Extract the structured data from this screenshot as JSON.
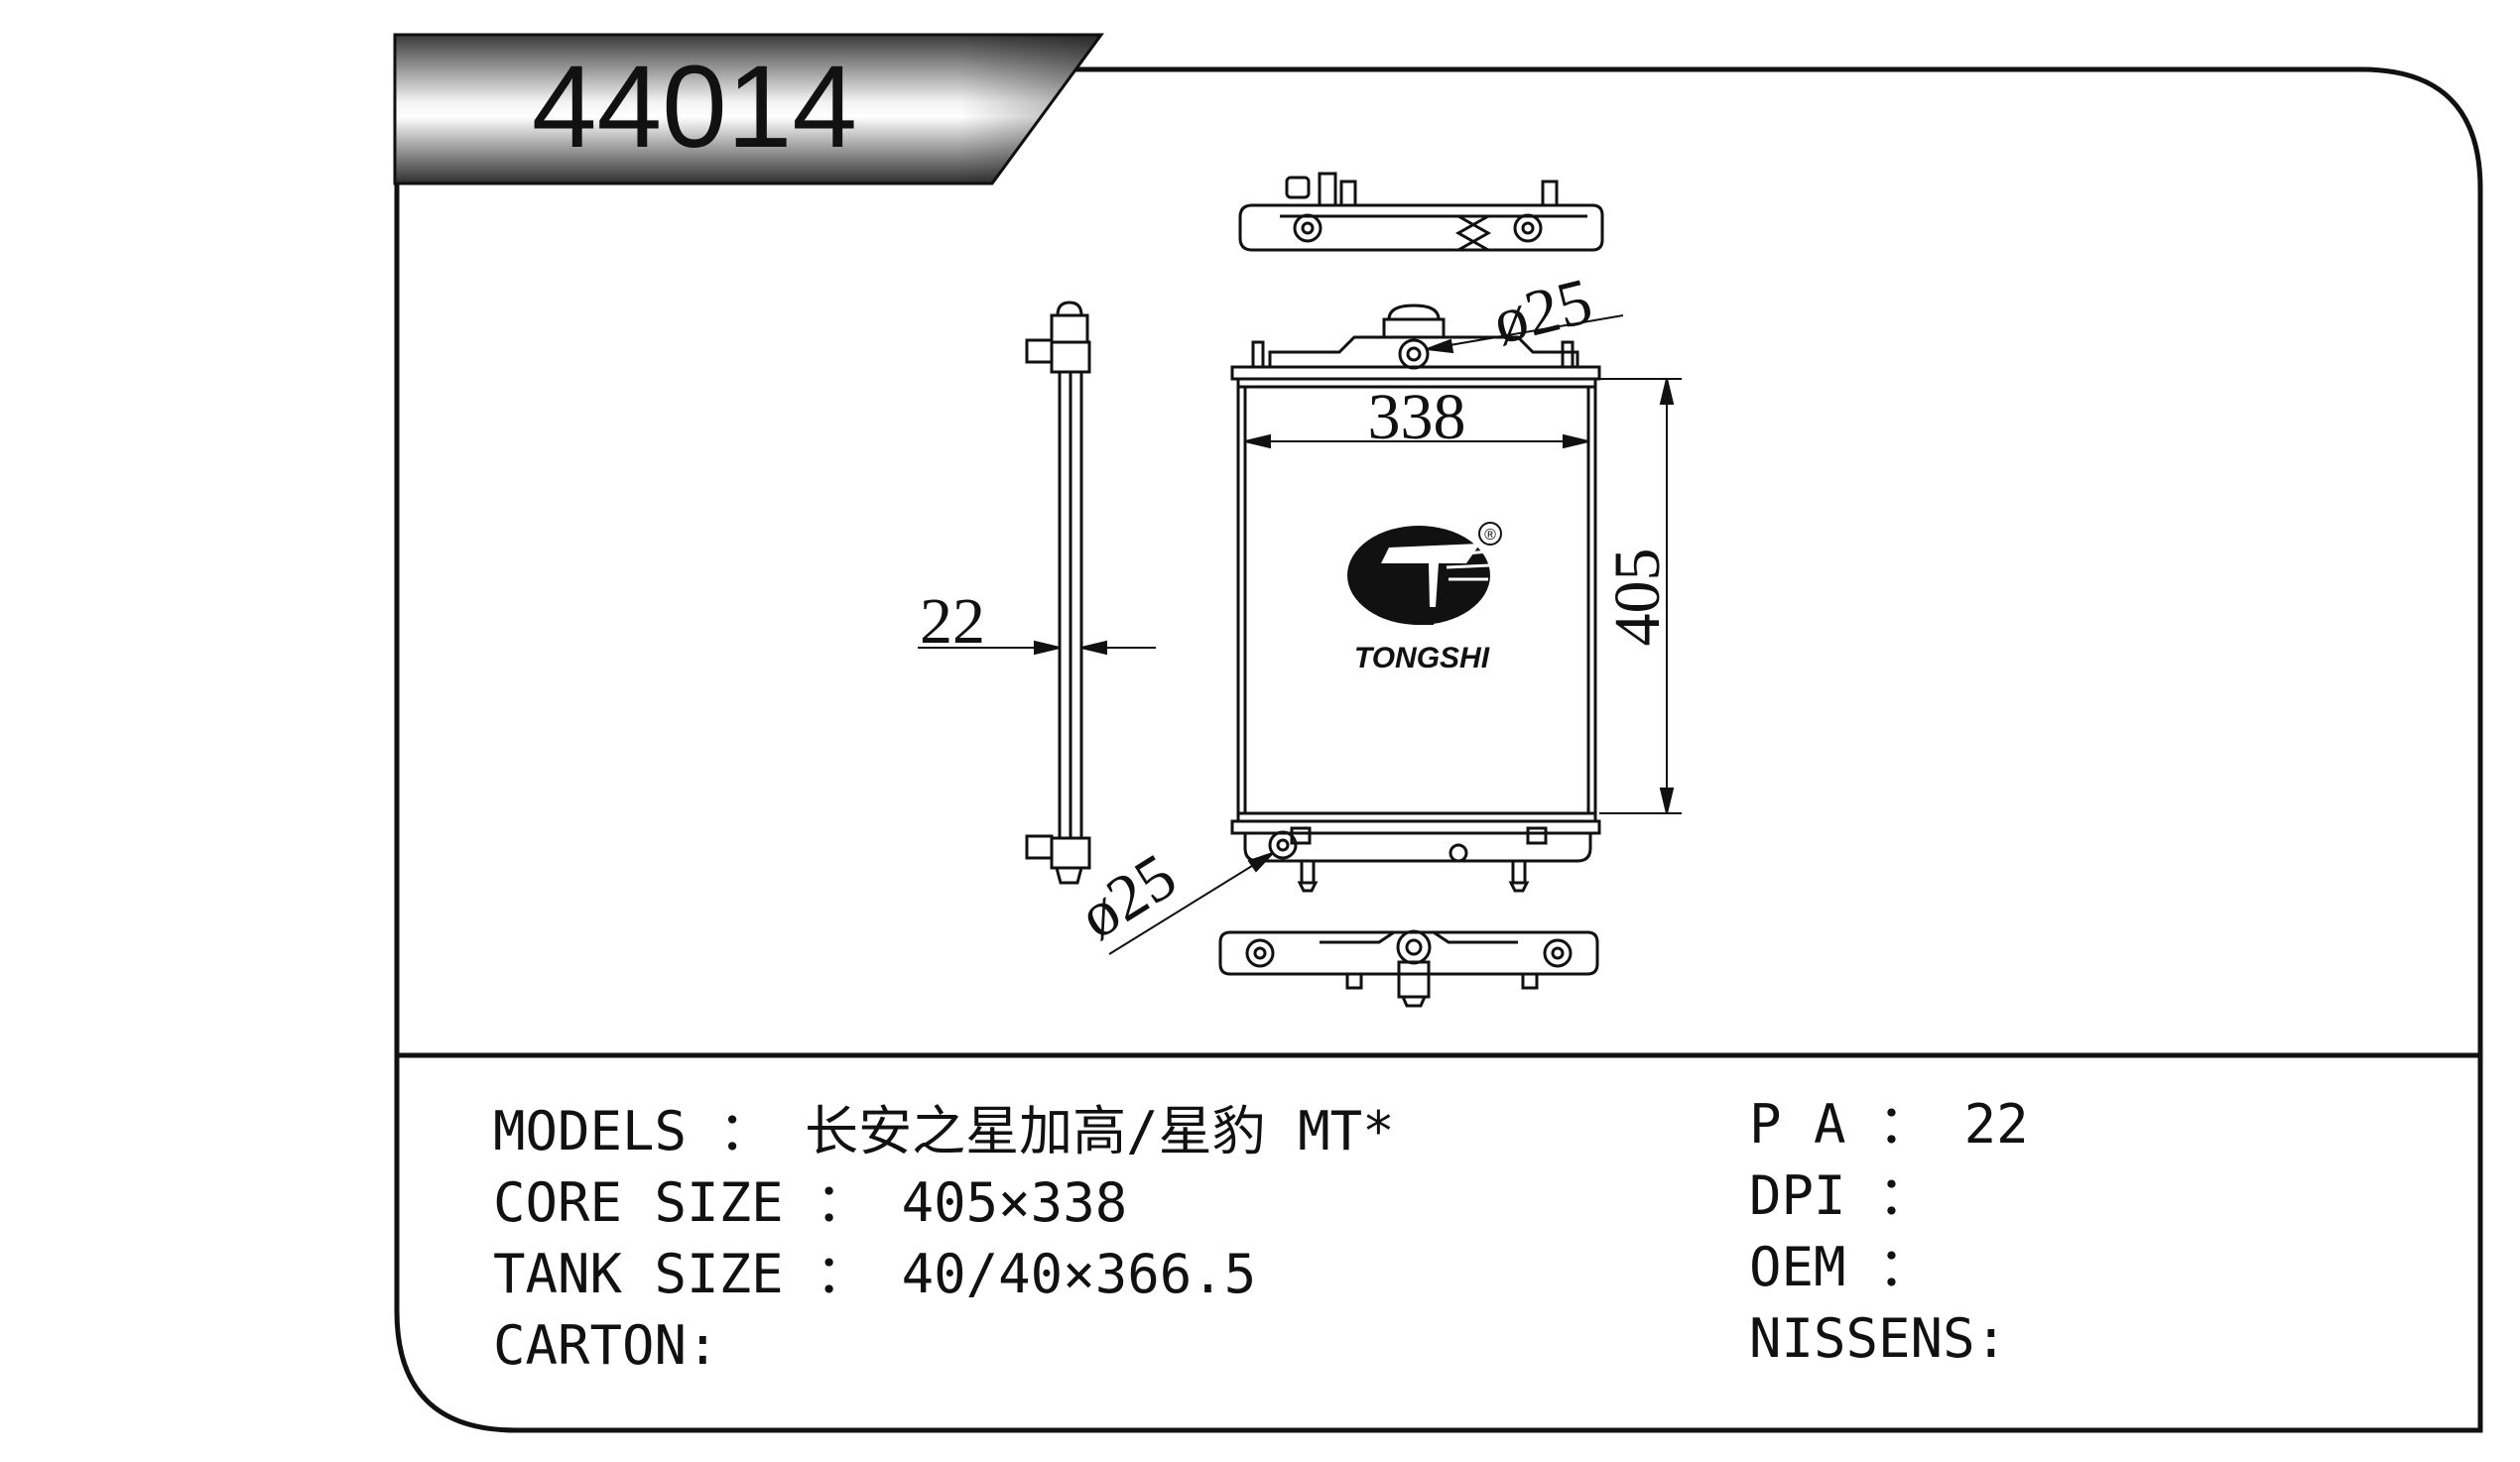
{
  "part_number": "44014",
  "brand": "TONGSHI",
  "registered_mark": "®",
  "dimensions": {
    "core_width": "338",
    "core_height": "405",
    "thickness": "22",
    "inlet": "ø25",
    "outlet": "ø25"
  },
  "specs_left": [
    {
      "label": "MODELS",
      "sep": " ： ",
      "value": "长安之星加高/星豹 MT*"
    },
    {
      "label": "CORE SIZE",
      "sep": " ： ",
      "value": "405×338"
    },
    {
      "label": "TANK SIZE",
      "sep": " ： ",
      "value": "40/40×366.5"
    },
    {
      "label": "CARTON",
      "sep": ":",
      "value": ""
    }
  ],
  "specs_right": [
    {
      "label": "P A",
      "sep": " ： ",
      "value": "22"
    },
    {
      "label": "DPI",
      "sep": " ：",
      "value": ""
    },
    {
      "label": "OEM",
      "sep": " ：",
      "value": ""
    },
    {
      "label": "NISSENS",
      "sep": ":",
      "value": ""
    }
  ]
}
